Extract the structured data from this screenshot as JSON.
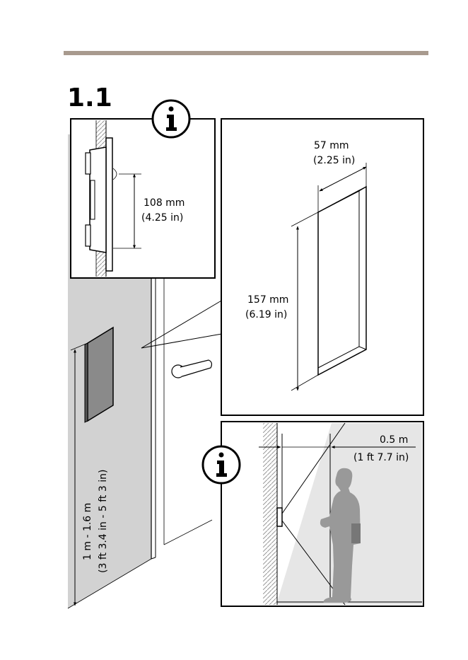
{
  "step_number": "1.1",
  "colors": {
    "header_rule": "#a89a8e",
    "wall_gray": "#d2d2d2",
    "panel_fill": "#8a8a8a",
    "silhouette": "#999999",
    "line": "#000000"
  },
  "icons": [
    "info-icon",
    "info-icon",
    "door-handle",
    "person-silhouette"
  ],
  "detail_depth": {
    "value": "108 mm",
    "imperial": "(4.25 in)"
  },
  "device_dimensions": {
    "width": "57 mm",
    "width_imperial": "(2.25 in)",
    "height": "157 mm",
    "height_imperial": "(6.19 in)"
  },
  "mount_height": {
    "metric": "1 m - 1.6 m",
    "imperial": "(3 ft 3.4 in - 5 ft 3 in)"
  },
  "user_distance": {
    "metric": "0.5 m",
    "imperial": "(1 ft 7.7 in)"
  }
}
